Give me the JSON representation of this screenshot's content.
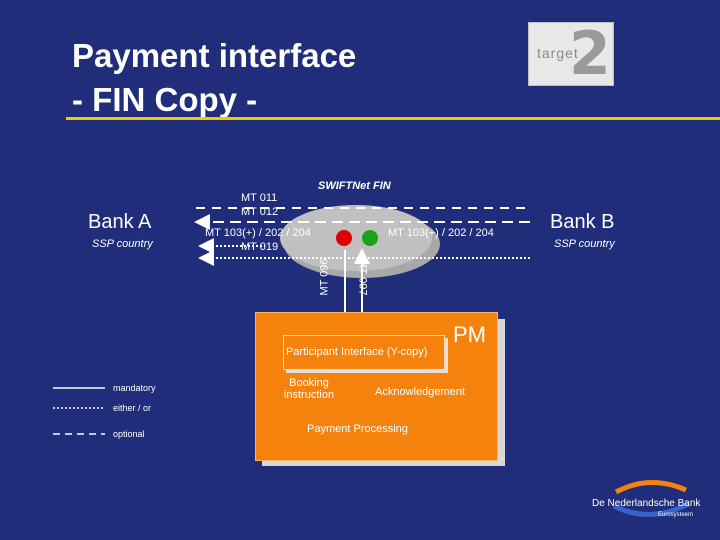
{
  "title": {
    "line1": "Payment interface",
    "line2": "- FIN Copy -"
  },
  "logo": {
    "text": "target",
    "number": "2"
  },
  "swiftnet_label": "SWIFTNet FIN",
  "bank_a": {
    "name": "Bank A",
    "subtitle": "SSP country"
  },
  "bank_b": {
    "name": "Bank B",
    "subtitle": "SSP country"
  },
  "messages": {
    "mt011": "MT 011",
    "mt012": "MT 012",
    "mt103_left": "MT 103(+) / 202 / 204",
    "mt019": "MT 019",
    "mt103_right": "MT 103(+) / 202 / 204",
    "mt096": "MT 096",
    "mt097": "MT 097"
  },
  "pm": {
    "label": "PM",
    "participant_interface": "Participant Interface (Y-copy)",
    "booking_instruction_line1": "Booking",
    "booking_instruction_line2": "instruction",
    "acknowledgement": "Acknowledgement",
    "payment_processing": "Payment Processing"
  },
  "legend": {
    "mandatory": "mandatory",
    "either_or": "either / or",
    "optional": "optional"
  },
  "footer": {
    "bank": "De Nederlandsche Bank",
    "eurosystem": "Eurosysteem"
  },
  "colors": {
    "background": "#1f2d7a",
    "accent": "#f2c800",
    "pm_box": "#f5820d",
    "light_red": "#e00000",
    "light_green": "#1aa31a"
  }
}
